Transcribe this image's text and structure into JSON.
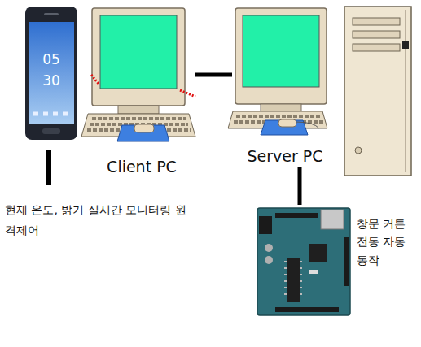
{
  "diagram": {
    "nodes": [
      {
        "text": [
          "Client PC"
        ]
      },
      {
        "text": [
          "Server PC"
        ]
      },
      {
        "text": [
          "창문 커튼 전동 자동 동작"
        ]
      }
    ],
    "edges": [
      {
        "from": 0,
        "to": 1,
        "arrow": "none"
      },
      {
        "from": 1,
        "to": 2,
        "arrow": "none"
      }
    ],
    "labels": [
      "05",
      "30",
      "현재 온도, 밝기 실시간 모니터링 원격제어"
    ]
  }
}
